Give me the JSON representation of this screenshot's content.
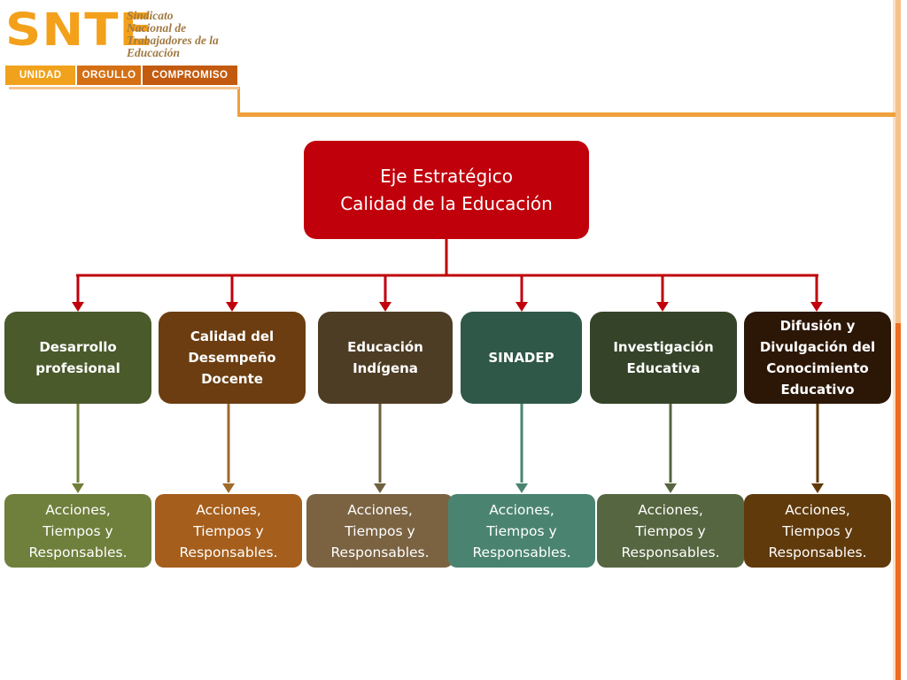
{
  "logo": {
    "acronym": "SNTE",
    "name_lines": [
      "Sindicato",
      "Nacional de",
      "Trabajadores de la",
      "Educación"
    ],
    "slogan": [
      "UNIDAD",
      "ORGULLO",
      "COMPROMISO"
    ]
  },
  "diagram": {
    "root": {
      "label": "Eje Estratégico\nCalidad de la Educación",
      "color": "#c0000b"
    },
    "branches": [
      {
        "label": "Desarrollo\nprofesional",
        "color": "#4a5a2b",
        "leaf_label": "Acciones,\nTiempos y\nResponsables.",
        "leaf_color": "#6f7f3c",
        "line_color": "#6f7f3c"
      },
      {
        "label": "Calidad del\nDesempeño\nDocente",
        "color": "#6b3d10",
        "leaf_label": "Acciones,\nTiempos y\nResponsables.",
        "leaf_color": "#a55e1c",
        "line_color": "#a06a2c"
      },
      {
        "label": "Educación\nIndígena",
        "color": "#4e3d25",
        "leaf_label": "Acciones,\nTiempos y\nResponsables.",
        "leaf_color": "#7b6342",
        "line_color": "#6f6040"
      },
      {
        "label": "SINADEP",
        "color": "#2f5848",
        "leaf_label": "Acciones,\nTiempos y\nResponsables.",
        "leaf_color": "#4a8470",
        "line_color": "#4a8470"
      },
      {
        "label": "Investigación\nEducativa",
        "color": "#354429",
        "leaf_label": "Acciones,\nTiempos y\nResponsables.",
        "leaf_color": "#566640",
        "line_color": "#566640"
      },
      {
        "label": "Difusión y\nDivulgación del\nConocimiento\nEducativo",
        "color": "#2c1707",
        "leaf_label": "Acciones,\nTiempos y\nResponsables.",
        "leaf_color": "#603a0b",
        "line_color": "#603a0b"
      }
    ],
    "connector_color": "#c0000b"
  }
}
